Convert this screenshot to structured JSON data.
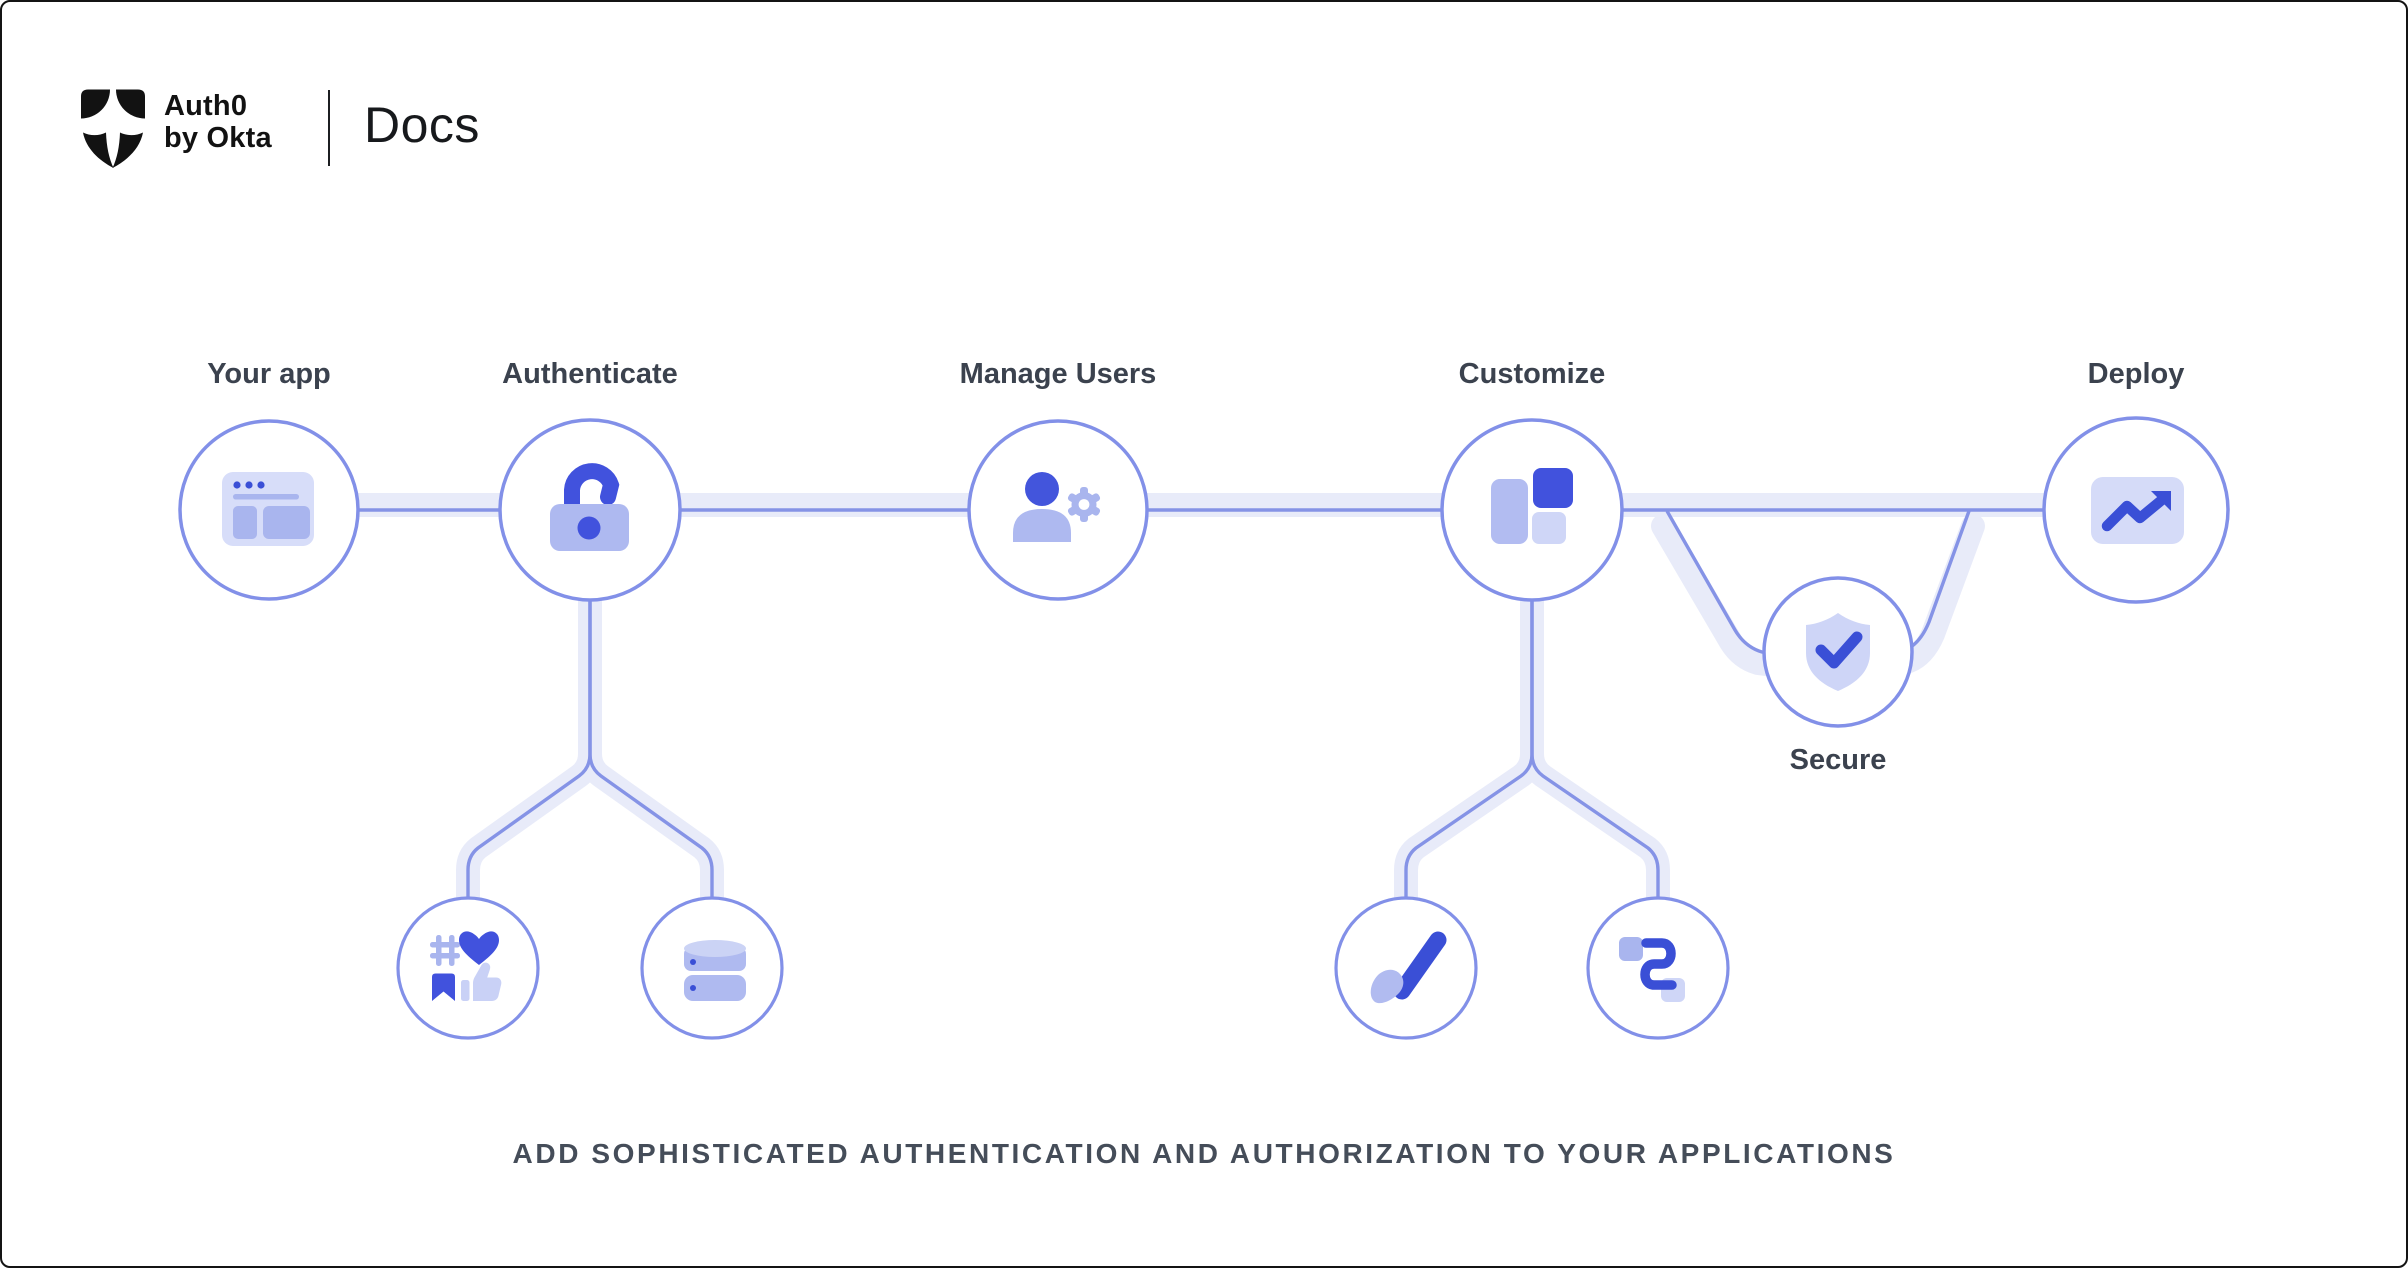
{
  "header": {
    "brand_top": "Auth0",
    "brand_bottom": "by Okta",
    "product": "Docs"
  },
  "diagram": {
    "labels": {
      "your_app": "Your app",
      "authenticate": "Authenticate",
      "manage_users": "Manage Users",
      "customize": "Customize",
      "secure": "Secure",
      "deploy": "Deploy"
    },
    "icons": [
      "browser-window-icon",
      "unlock-icon",
      "user-gear-icon",
      "layout-blocks-icon",
      "shield-check-icon",
      "trending-up-chart-icon",
      "social-engagement-icon",
      "database-icon",
      "paintbrush-icon",
      "workflow-icon"
    ],
    "colors": {
      "accent_dark_blue": "#4152DD",
      "icon_light_purple": "#A9B5EE",
      "icon_lighter_purple": "#D5DBF8",
      "circle_border": "#8290E8",
      "connector_line": "#8593E6",
      "connector_band": "#E8EBF9",
      "label_text": "#3B424E",
      "caption_text": "#454D59"
    }
  },
  "caption": "ADD SOPHISTICATED AUTHENTICATION AND AUTHORIZATION TO YOUR APPLICATIONS"
}
